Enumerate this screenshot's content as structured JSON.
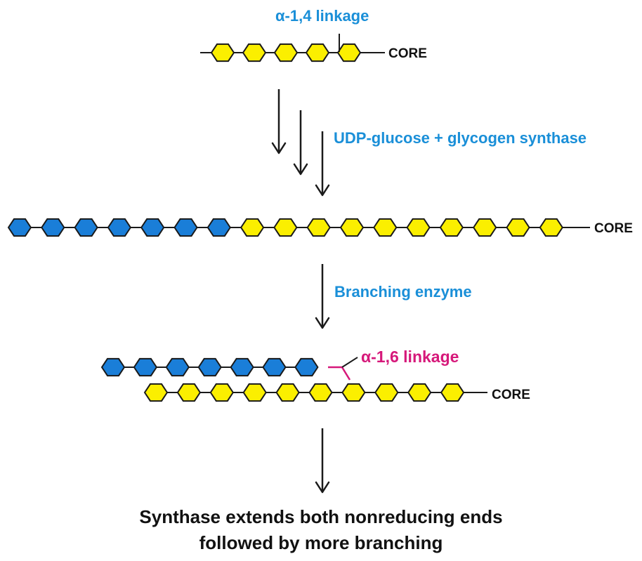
{
  "labels": {
    "alpha14_linkage": "α-1,4 linkage",
    "udp_step": "UDP-glucose + glycogen synthase",
    "branching_step": "Branching enzyme",
    "alpha16_linkage": "α-1,6 linkage",
    "core": "CORE",
    "caption_line1": "Synthase extends both nonreducing ends",
    "caption_line2": "followed by more branching"
  },
  "chains": {
    "initial": {
      "yellow_units": 5,
      "blue_units": 0
    },
    "extended": {
      "yellow_units": 10,
      "blue_units": 7
    },
    "branched_main": {
      "yellow_units": 10,
      "blue_units": 0
    },
    "branched_branch": {
      "yellow_units": 0,
      "blue_units": 7
    }
  },
  "colors": {
    "original_glucose": "#fbef00",
    "added_glucose": "#1a7ed8",
    "alpha14_label": "#1a8fd8",
    "alpha16_label": "#d6187a",
    "bond": "#1a1a1a"
  },
  "icons": {
    "glucose_unit": "hexagon",
    "reaction_arrow": "down-arrow"
  }
}
